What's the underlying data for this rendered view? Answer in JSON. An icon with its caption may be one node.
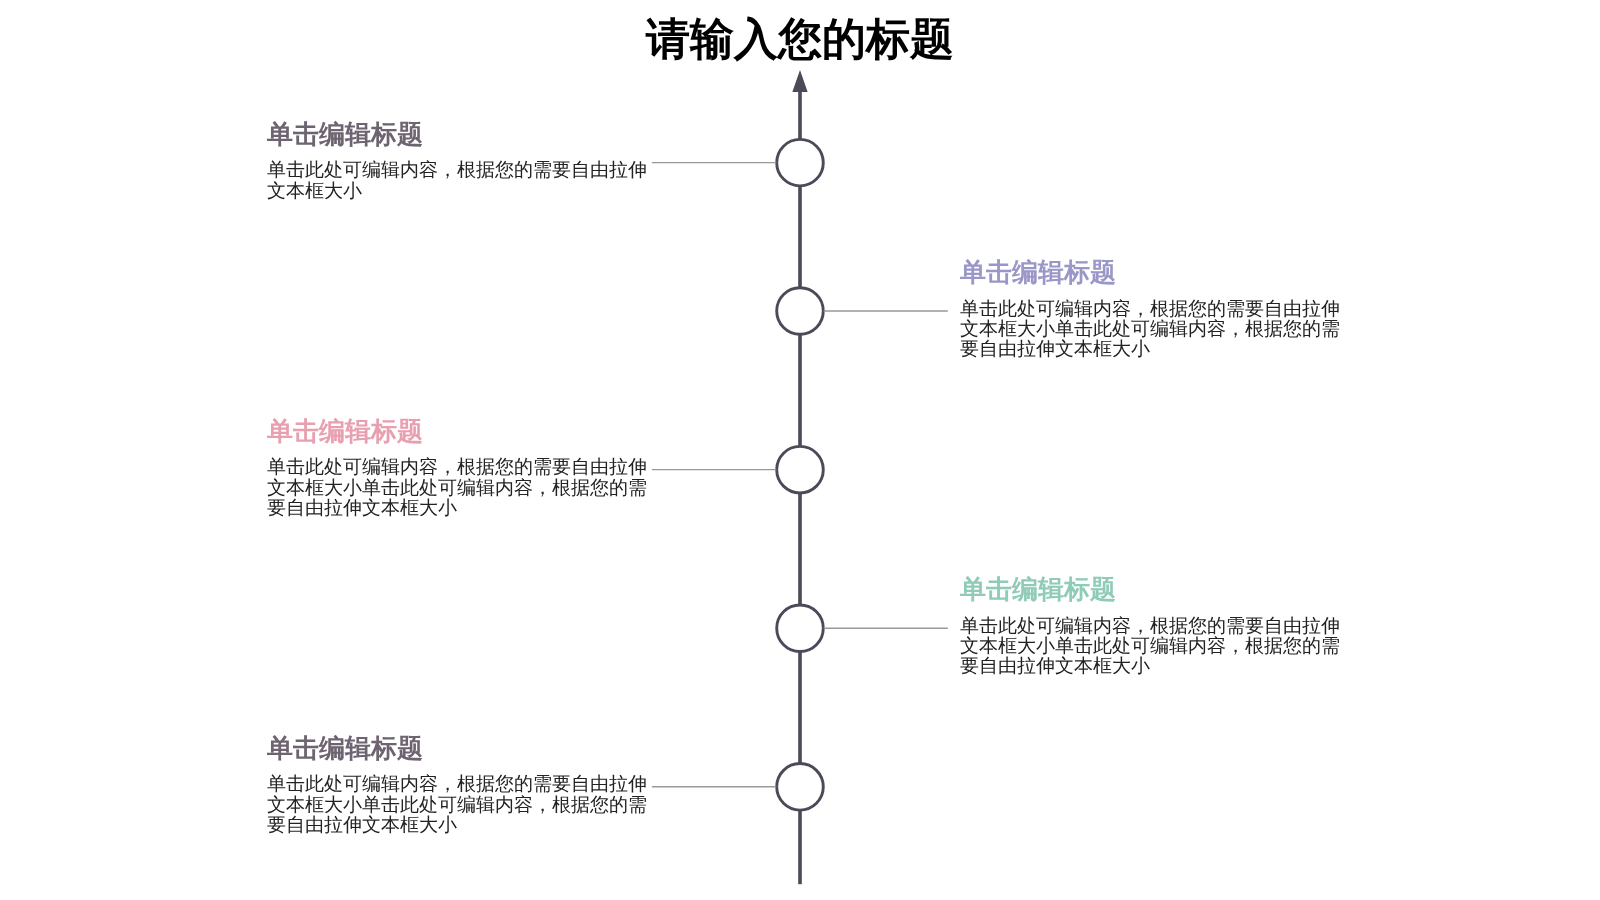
{
  "diagram": {
    "title": "请输入您的标题",
    "nodes": [
      {
        "text": [
          "单击编辑标题",
          "单击此处可编辑内容，根据您的需要自由拉伸文本框大小"
        ]
      },
      {
        "text": [],
        "shape": "circle"
      },
      {
        "text": [
          "单击编辑标题",
          "单击此处可编辑内容，根据您的需要自由拉伸文本框大小单击此处可编辑内容，根据您的需要自由拉伸文本框大小"
        ]
      },
      {
        "text": [],
        "shape": "circle"
      },
      {
        "text": [
          "单击编辑标题",
          "单击此处可编辑内容，根据您的需要自由拉伸文本框大小单击此处可编辑内容，根据您的需要自由拉伸文本框大小"
        ]
      },
      {
        "text": [],
        "shape": "circle"
      },
      {
        "text": [
          "单击编辑标题",
          "单击此处可编辑内容，根据您的需要自由拉伸文本框大小单击此处可编辑内容，根据您的需要自由拉伸文本框大小"
        ]
      },
      {
        "text": [],
        "shape": "circle"
      },
      {
        "text": [
          "单击编辑标题",
          "单击此处可编辑内容，根据您的需要自由拉伸文本框大小单击此处可编辑内容，根据您的需要自由拉伸文本框大小"
        ]
      },
      {
        "text": [],
        "shape": "circle"
      }
    ],
    "edges": [
      {
        "from": 1,
        "to": null,
        "arrow": "to"
      },
      {
        "from": 1,
        "to": 3,
        "arrow": "none"
      },
      {
        "from": 3,
        "to": 5,
        "arrow": "none"
      },
      {
        "from": 5,
        "to": 7,
        "arrow": "none"
      },
      {
        "from": 7,
        "to": 9,
        "arrow": "none"
      },
      {
        "from": 9,
        "to": null,
        "arrow": "none"
      },
      {
        "from": 0,
        "to": 1,
        "arrow": "none",
        "color": "#999999"
      },
      {
        "from": 3,
        "to": 2,
        "arrow": "none",
        "color": "#999999"
      },
      {
        "from": 4,
        "to": 5,
        "arrow": "none",
        "color": "#999999"
      },
      {
        "from": 7,
        "to": 6,
        "arrow": "none",
        "color": "#999999"
      },
      {
        "from": 8,
        "to": 9,
        "arrow": "none",
        "color": "#999999"
      }
    ]
  }
}
